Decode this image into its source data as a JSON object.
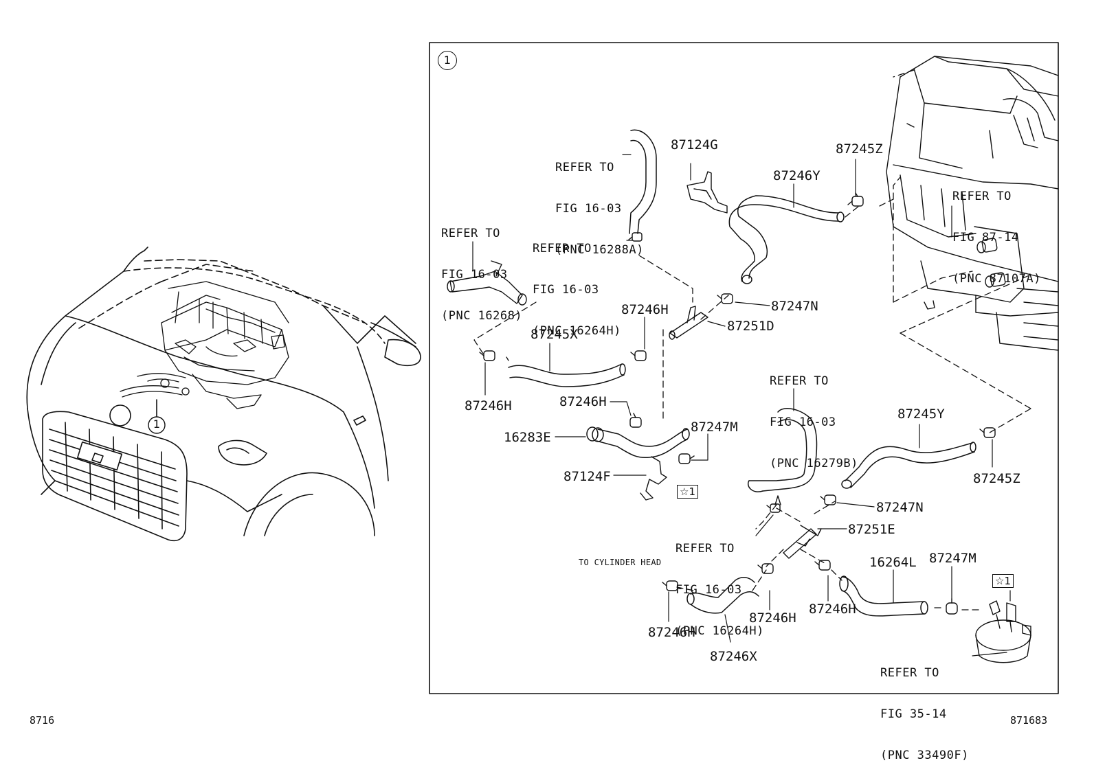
{
  "detail_marker": "1",
  "footer": {
    "left": "8716",
    "right": "871683"
  },
  "star_tag": "☆1",
  "callout": "TO CYLINDER HEAD",
  "refs": {
    "r16288a": [
      "REFER TO",
      "FIG 16-03",
      "(PNC 16288A)"
    ],
    "r16268": [
      "REFER TO",
      "FIG 16-03",
      "(PNC 16268)"
    ],
    "r16264h_top": [
      "REFER TO",
      "FIG 16-03",
      "(PNC 16264H)"
    ],
    "r87107a": [
      "REFER TO",
      "FIG 87-14",
      "(PNC 87107A)"
    ],
    "r16279b": [
      "REFER TO",
      "FIG 16-03",
      "(PNC 16279B)"
    ],
    "r16264h_bot": [
      "REFER TO",
      "FIG 16-03",
      "(PNC 16264H)"
    ],
    "r33490f": [
      "REFER TO",
      "FIG 35-14",
      "(PNC 33490F)"
    ]
  },
  "parts": {
    "p87124G": "87124G",
    "p87245Z_top": "87245Z",
    "p87246Y": "87246Y",
    "p87247N_top": "87247N",
    "p87246H_mid": "87246H",
    "p87251D": "87251D",
    "p87245X": "87245X",
    "p87246H_left": "87246H",
    "p87246H_low": "87246H",
    "p16283E": "16283E",
    "p87247M_left": "87247M",
    "p87124F": "87124F",
    "p87245Y": "87245Y",
    "p87245Z_right": "87245Z",
    "p87247N_bot": "87247N",
    "p87251E": "87251E",
    "p16264L": "16264L",
    "p87247M_right": "87247M",
    "p87246H_b1": "87246H",
    "p87246H_b2": "87246H",
    "p87246H_b3": "87246H",
    "p87246X": "87246X"
  }
}
